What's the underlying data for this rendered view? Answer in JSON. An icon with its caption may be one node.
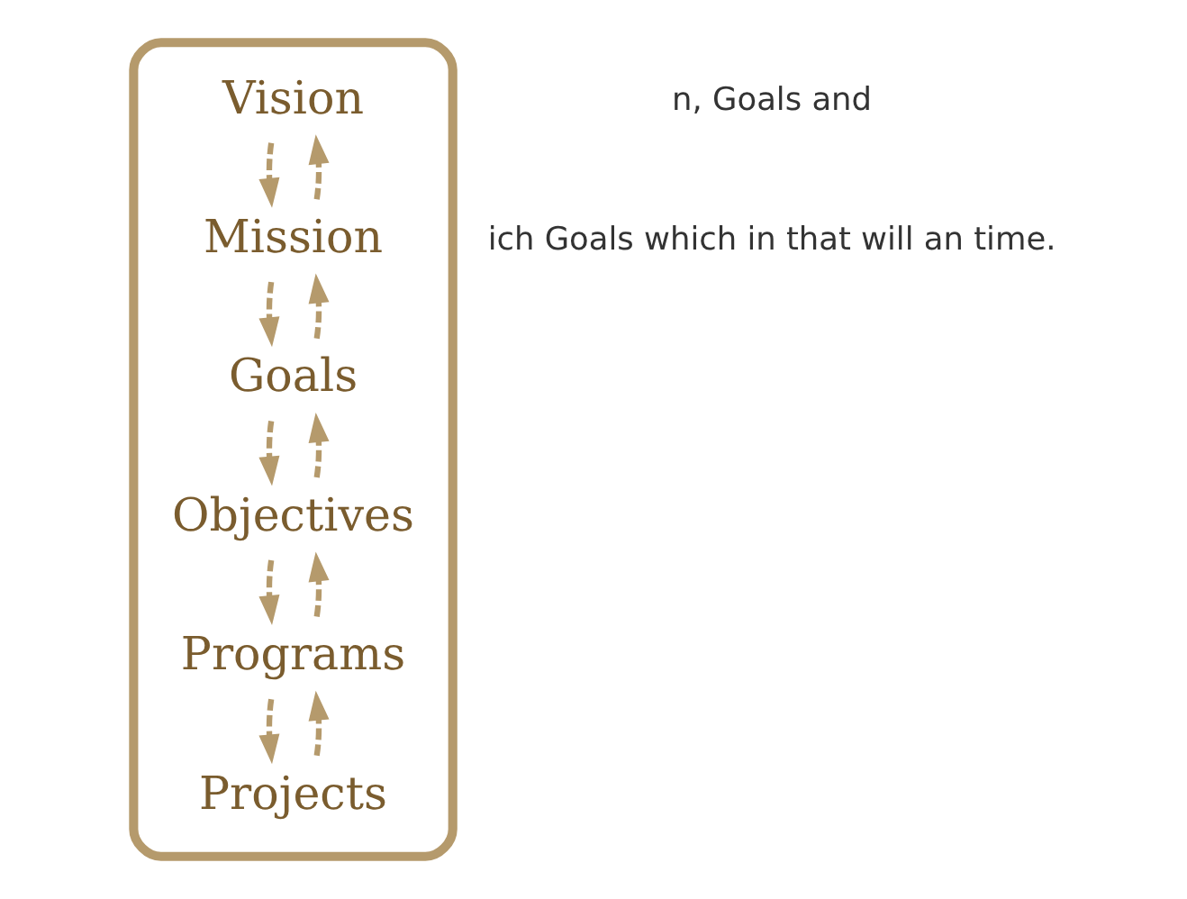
{
  "diagram": {
    "nodes": [
      {
        "text": [],
        "shape": "triangle"
      },
      {
        "text": [
          "Vision"
        ],
        "in": 0
      },
      {
        "text": [
          "Mission"
        ],
        "in": 0
      },
      {
        "text": [
          "Goals"
        ],
        "in": 0
      },
      {
        "text": [
          "Objectives"
        ],
        "in": 0
      },
      {
        "text": [
          "Programs"
        ],
        "in": 0
      },
      {
        "text": [
          "Projects"
        ],
        "in": 0
      }
    ],
    "edges": [
      {
        "from": 1,
        "to": 2,
        "arrow": "to",
        "style": "dashed"
      },
      {
        "from": 2,
        "to": 1,
        "arrow": "to",
        "style": "dashed"
      },
      {
        "from": 2,
        "to": 3,
        "arrow": "to",
        "style": "dashed"
      },
      {
        "from": 3,
        "to": 2,
        "arrow": "to",
        "style": "dashed"
      },
      {
        "from": 3,
        "to": 4,
        "arrow": "to",
        "style": "dashed"
      },
      {
        "from": 4,
        "to": 3,
        "arrow": "to",
        "style": "dashed"
      },
      {
        "from": 4,
        "to": 5,
        "arrow": "to",
        "style": "dashed"
      },
      {
        "from": 5,
        "to": 4,
        "arrow": "to",
        "style": "dashed"
      },
      {
        "from": 5,
        "to": 6,
        "arrow": "to",
        "style": "dashed"
      },
      {
        "from": 6,
        "to": 5,
        "arrow": "to",
        "style": "dashed"
      }
    ],
    "labels": [
      "n, Goals and",
      "ich Goals which in that will an time."
    ]
  }
}
